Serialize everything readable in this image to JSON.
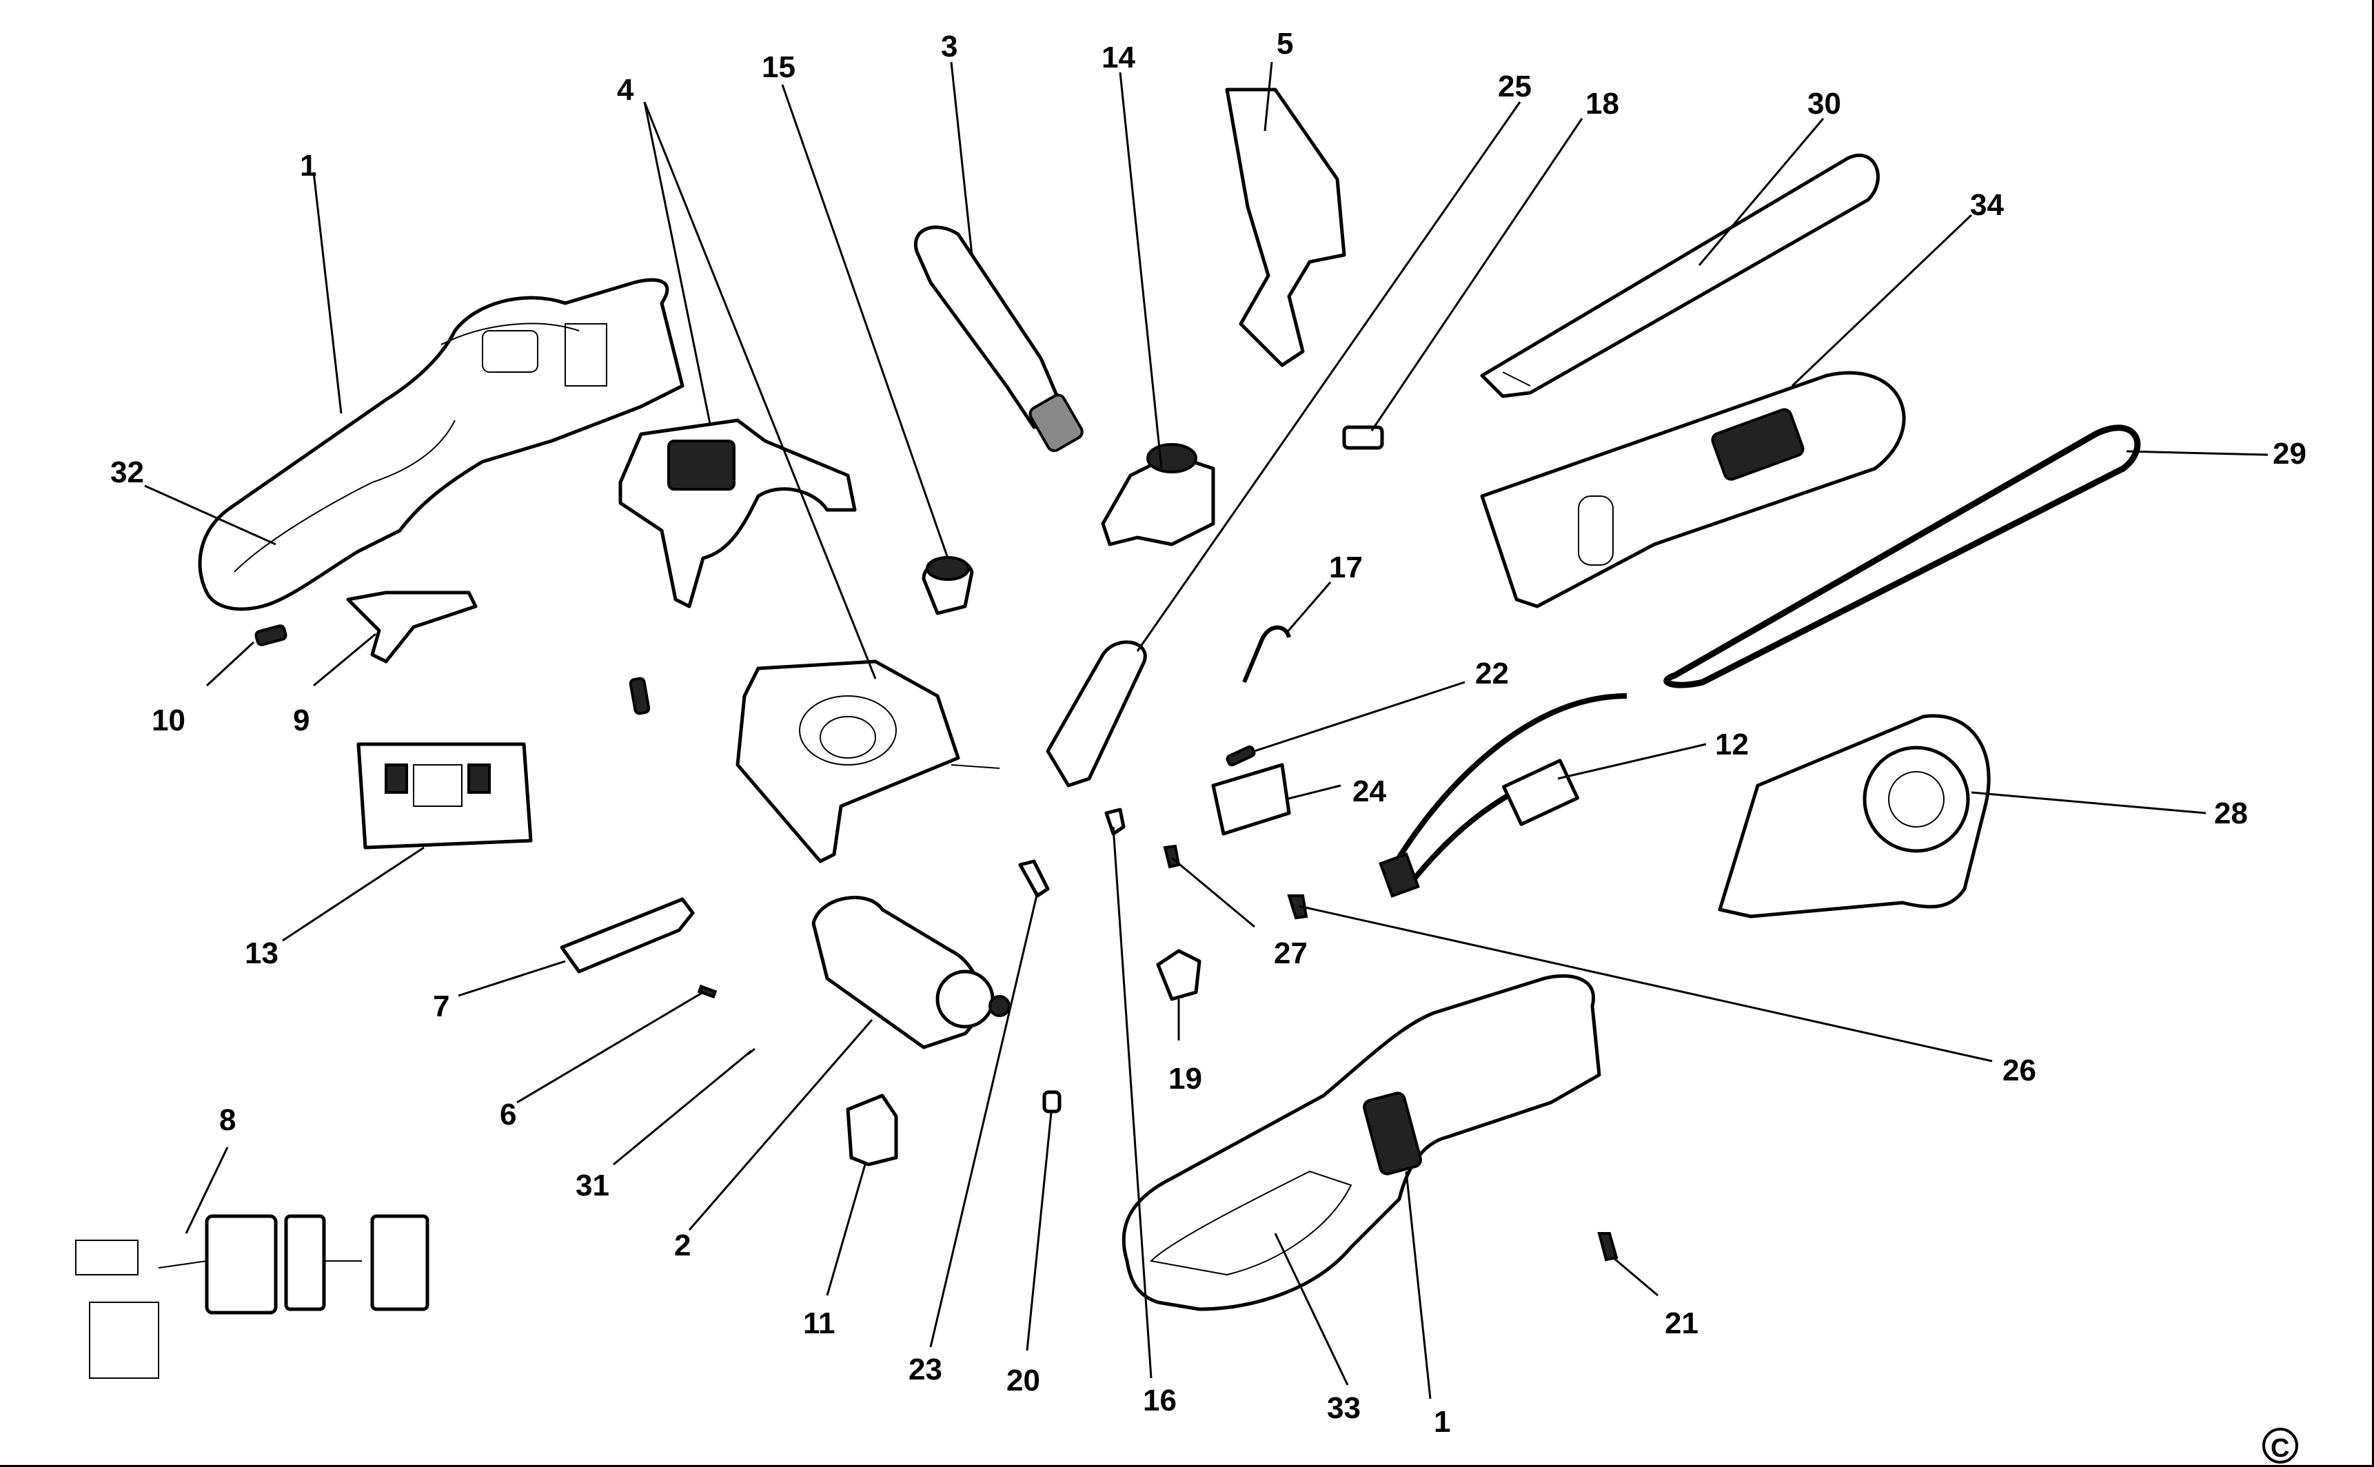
{
  "diagram": {
    "labels": {
      "l1a": "1",
      "l1b": "1",
      "l2": "2",
      "l3": "3",
      "l4": "4",
      "l5": "5",
      "l6": "6",
      "l7": "7",
      "l8": "8",
      "l9": "9",
      "l10": "10",
      "l11": "11",
      "l12": "12",
      "l13": "13",
      "l14": "14",
      "l15": "15",
      "l16": "16",
      "l17": "17",
      "l18": "18",
      "l19": "19",
      "l20": "20",
      "l21": "21",
      "l22": "22",
      "l23": "23",
      "l24": "24",
      "l25": "25",
      "l26": "26",
      "l27": "27",
      "l28": "28",
      "l29": "29",
      "l30": "30",
      "l31": "31",
      "l32": "32",
      "l33": "33",
      "l34": "34"
    },
    "copyright_symbol": "C"
  }
}
